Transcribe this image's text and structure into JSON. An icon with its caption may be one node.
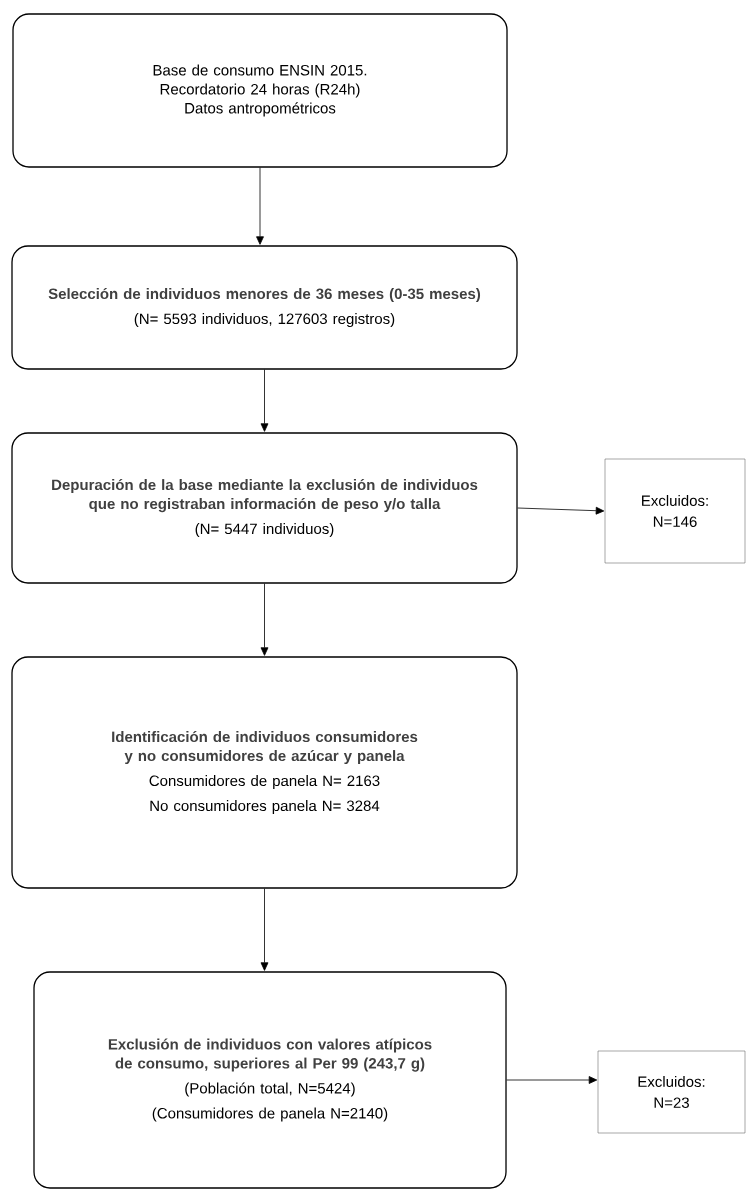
{
  "diagram": {
    "nodes": [
      {
        "text": [
          "Base de consumo ENSIN 2015.",
          "Recordatorio 24 horas (R24h)",
          "Datos antropométricos"
        ]
      },
      {
        "text": [
          "Selección de individuos menores de 36 meses (0-35 meses)",
          "(N= 5593 individuos, 127603 registros)"
        ]
      },
      {
        "text": [
          "Depuración de la base mediante la exclusión de individuos que no registraban información de peso y/o talla",
          "(N= 5447 individuos)"
        ]
      },
      {
        "text": [
          "Excluidos: N=146"
        ]
      },
      {
        "text": [
          "Identificación de individuos consumidores y no consumidores de azúcar y panela",
          "Consumidores de panela N= 2163",
          "No consumidores panela N= 3284"
        ]
      },
      {
        "text": [
          "Exclusión de individuos con valores atípicos de consumo, superiores al Per 99 (243,7 g)",
          "(Población total, N=5424)",
          "(Consumidores de panela N=2140)"
        ]
      },
      {
        "text": [
          "Excluidos: N=23"
        ]
      }
    ],
    "edges": [
      {
        "from": 0,
        "to": 1,
        "arrow": "to"
      },
      {
        "from": 1,
        "to": 2,
        "arrow": "to"
      },
      {
        "from": 2,
        "to": 3,
        "arrow": "to"
      },
      {
        "from": 2,
        "to": 4,
        "arrow": "to"
      },
      {
        "from": 4,
        "to": 5,
        "arrow": "to"
      },
      {
        "from": 5,
        "to": 6,
        "arrow": "to"
      }
    ]
  }
}
